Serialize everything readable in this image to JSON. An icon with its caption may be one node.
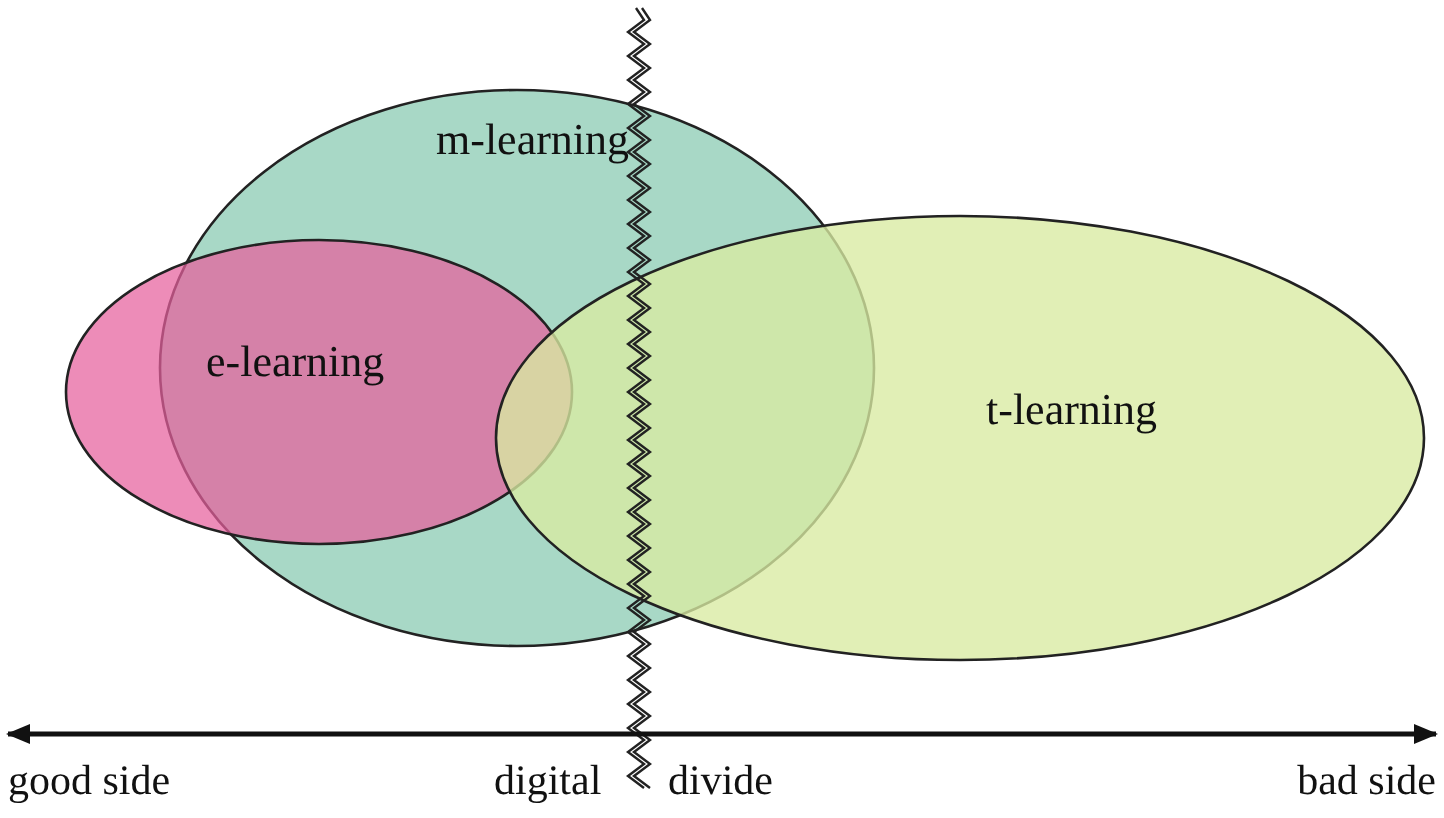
{
  "diagram": {
    "nodes": [
      {
        "text": [
          "m-learning"
        ]
      },
      {
        "text": [
          "e-learning"
        ]
      },
      {
        "text": [
          "t-learning"
        ]
      }
    ],
    "edges": [],
    "labels": [
      "good side",
      "digital",
      "divide",
      "bad side"
    ]
  }
}
